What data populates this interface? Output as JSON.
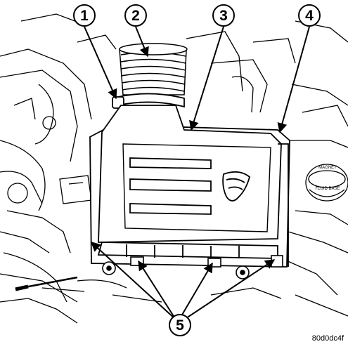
{
  "figure": {
    "id_code": "80d0dc4f",
    "colors": {
      "line": "#000000",
      "background": "#ffffff"
    }
  },
  "callouts": [
    {
      "label": "1",
      "name": "hose-clamp"
    },
    {
      "label": "2",
      "name": "inlet-tube"
    },
    {
      "label": "3",
      "name": "air-cleaner-housing-cover"
    },
    {
      "label": "4",
      "name": "housing-body"
    },
    {
      "label": "5",
      "name": "housing-mounting-points"
    }
  ],
  "decal_text": {
    "line1": "MAGNET",
    "line2": "FLUID BASE"
  }
}
